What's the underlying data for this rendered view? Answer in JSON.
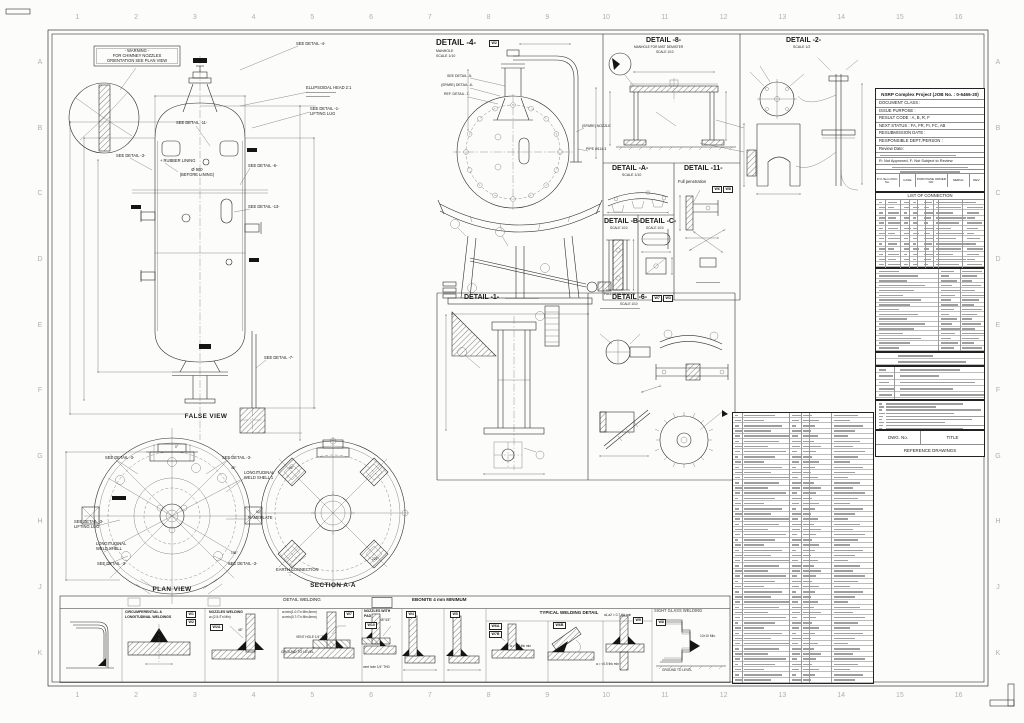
{
  "sheet": {
    "grid_numbers": [
      "1",
      "2",
      "3",
      "4",
      "5",
      "6",
      "7",
      "8",
      "9",
      "10",
      "11",
      "12",
      "13",
      "14",
      "15",
      "16"
    ],
    "grid_letters": [
      "A",
      "B",
      "C",
      "D",
      "E",
      "F",
      "G",
      "H",
      "J",
      "K"
    ]
  },
  "titleblock": {
    "project": "NSRP Complex Project (JOB No. : 0-6466-20)",
    "rows": [
      "DOCUMENT CLASS :",
      "ISSUE PURPOSE :",
      "RESULT CODE :  A, B, R, F",
      "NEXT STATUS :  FA, FR, FI, FC, AB",
      "RESUBMISSION DATE :",
      "RESPONSIBLE DEPT./PERSON :",
      "Review Date:"
    ],
    "approval_note": "R: Not Approved,  F: Not Subject to Review",
    "po_cols": [
      "P.O./Item DOC. No.",
      "CASE",
      "PURCHASE ORDER NO.",
      "SERIAL",
      "REV."
    ]
  },
  "connection_table": {
    "title": "LIST OF CONNECTION"
  },
  "reference_block": {
    "dwg_no": "DWG. No.",
    "title": "TITLE",
    "caption": "REFERENCE DRAWINGS"
  },
  "views": {
    "warning": [
      "- WARNING -",
      "FOR CHIMNEY NOZZLES",
      "ORIENTATION SEE PLAN VIEW"
    ],
    "false_view": "FALSE VIEW",
    "plan_view": "PLAN VIEW",
    "section_aa": "SECTION A-A",
    "ellipsoidal_head": "ELLIPSOIDAL HEAD 2:1",
    "rubber_lining": "+ RUBBER LINING",
    "dia_900": "Ø 900",
    "before_lining": "(BEFORE LINING)",
    "nameplate": "NAMEPLATE",
    "lifting_lug": "LIFTING LUG",
    "longitudinal": "LONGITUDINAL",
    "weld_shell_1": "WELD SHELL 1",
    "weld_shell": "WELD SHELL",
    "earth_connection": "EARTH CONNECTION",
    "angle_0": "0°",
    "angle_45": "45°",
    "angle_90": "90°",
    "angle_135": "135°",
    "angle_225": "225°"
  },
  "callouts": {
    "d4": "SEE DETAIL -4-",
    "d11": "SEE DETAIL -11-",
    "d3": "SEE DETAIL -3-",
    "d6": "SEE DETAIL -6-",
    "d13": "SEE DETAIL -13-",
    "d1": "SEE DETAIL -1-",
    "d7": "SEE DETAIL -7-",
    "d5": "SEE DETAIL -5-",
    "spare_d6": "(SPARE) DETAIL -6-",
    "ref_d7": "REF. DETAIL -7-",
    "spare_nozzle": "(SPARE) NOZZLE",
    "pipe": "PIPE Ø114.3"
  },
  "details": {
    "d4": {
      "title": "DETAIL -4-",
      "sub": "MANHOLE",
      "scale": "SCALE 1/10",
      "tag": "W2"
    },
    "d8": {
      "title": "DETAIL -8-",
      "sub": "MANHOLE FOR MIST DEMISTER",
      "scale": "SCALE 1/10"
    },
    "d2": {
      "title": "DETAIL -2-",
      "scale": "SCALE 1/2"
    },
    "dA": {
      "title": "DETAIL -A-",
      "scale": "SCALE 1/10"
    },
    "d11": {
      "title": "DETAIL -11-",
      "note": "Full penetration",
      "tag1": "W6",
      "tag2": "W8"
    },
    "dB": {
      "title": "DETAIL -B-",
      "scale": "SCALE 1/10",
      "note": "FULL PENETRATION"
    },
    "dC": {
      "title": "DETAIL -C-",
      "scale": "SCALE 1/10"
    },
    "d1": {
      "title": "DETAIL -1-"
    },
    "d6": {
      "title": "DETAIL -6-",
      "scale": "SCALE 1/10",
      "tag1": "W7",
      "tag2": "W3"
    }
  },
  "welding": {
    "strip_title": "DETAIL WELDING",
    "ebonite": "EBONITE 4 mm MINIMUM",
    "circ_1": "CIRCUMFERENTIAL &",
    "circ_2": "LONGITUDINAL WELDINGS",
    "noz_1": "NOZZLES WELDING",
    "noz_2": "a=(2.5√Tn Min)",
    "note_a1": "a=min(1.0√Tn Min,6mm)",
    "note_a2": "a=min(0.7√Tn Min,6mm)",
    "vent_hole": "VENT HOLE 1/4\" THD",
    "ground": "GROUND TO LEVEL",
    "pad_1": "NOZZLES WITH",
    "pad_2": "PAD",
    "pad_vent": "vent hole 1/4\" THD",
    "ang4515": "45°/15°",
    "ang45": "45°",
    "typical": "TYPICAL WELDING DETAIL",
    "typ_note": "a1,a2 = 0.7 thk min",
    "typ_note_b": "a = 0.7 thk min",
    "typ_note_c": "a = <0.5 thk min",
    "sight": "SIGHT GLASS WELDING",
    "sight_dim": "10×10 Min.",
    "sight_ground": "GROUND TO LEVEL",
    "w1": "W1",
    "w2": "W2",
    "w2a": "W2A",
    "w4": "W4",
    "w5": "W5",
    "w6a": "W6A",
    "w7b": "W7B",
    "w6b": "W6B",
    "w7": "W7",
    "w8": "W8",
    "w9": "W9",
    "w10": "W10"
  },
  "tables": {
    "conn_rows": 13,
    "design_rows": 17,
    "cert_rows": 2,
    "surface_rows": 5,
    "notes_rows": 9,
    "bom_rows": 52
  }
}
